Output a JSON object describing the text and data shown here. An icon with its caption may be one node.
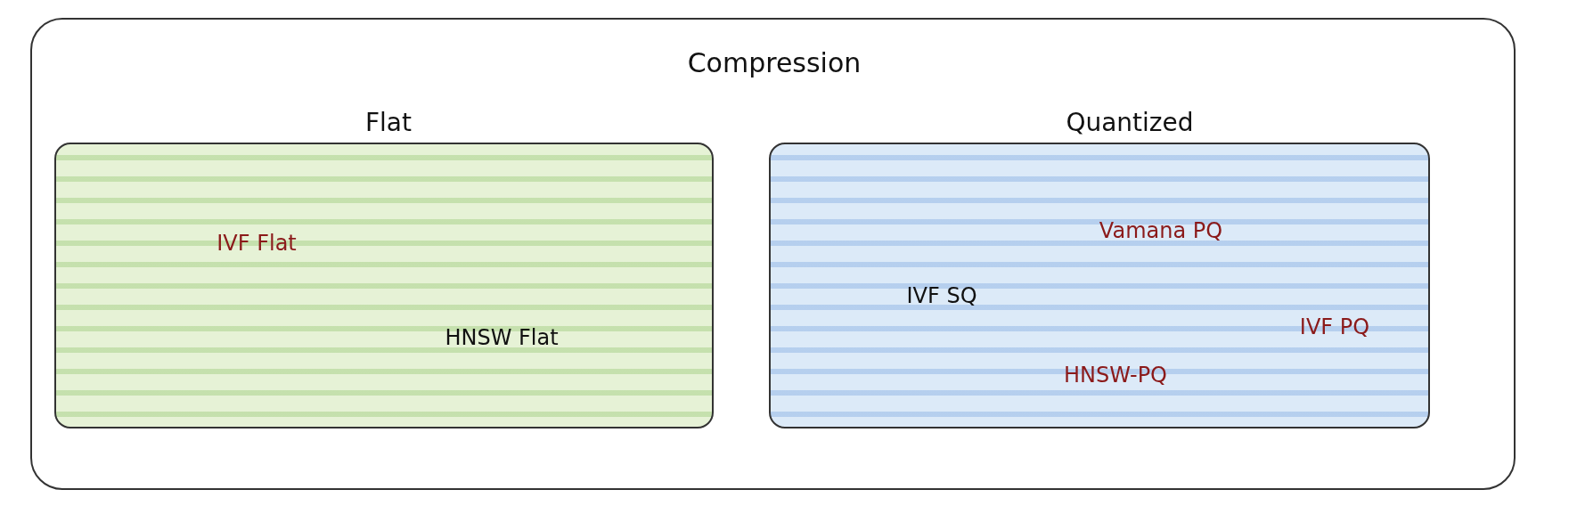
{
  "diagram": {
    "nodes": [
      {
        "text": [
          "Compression"
        ]
      },
      {
        "text": [
          "Flat",
          "IVF Flat",
          "HNSW Flat"
        ],
        "in": 0
      },
      {
        "text": [
          "Quantized",
          "Vamana PQ",
          "IVF SQ",
          "IVF PQ",
          "HNSW-PQ"
        ],
        "in": 0
      }
    ]
  }
}
